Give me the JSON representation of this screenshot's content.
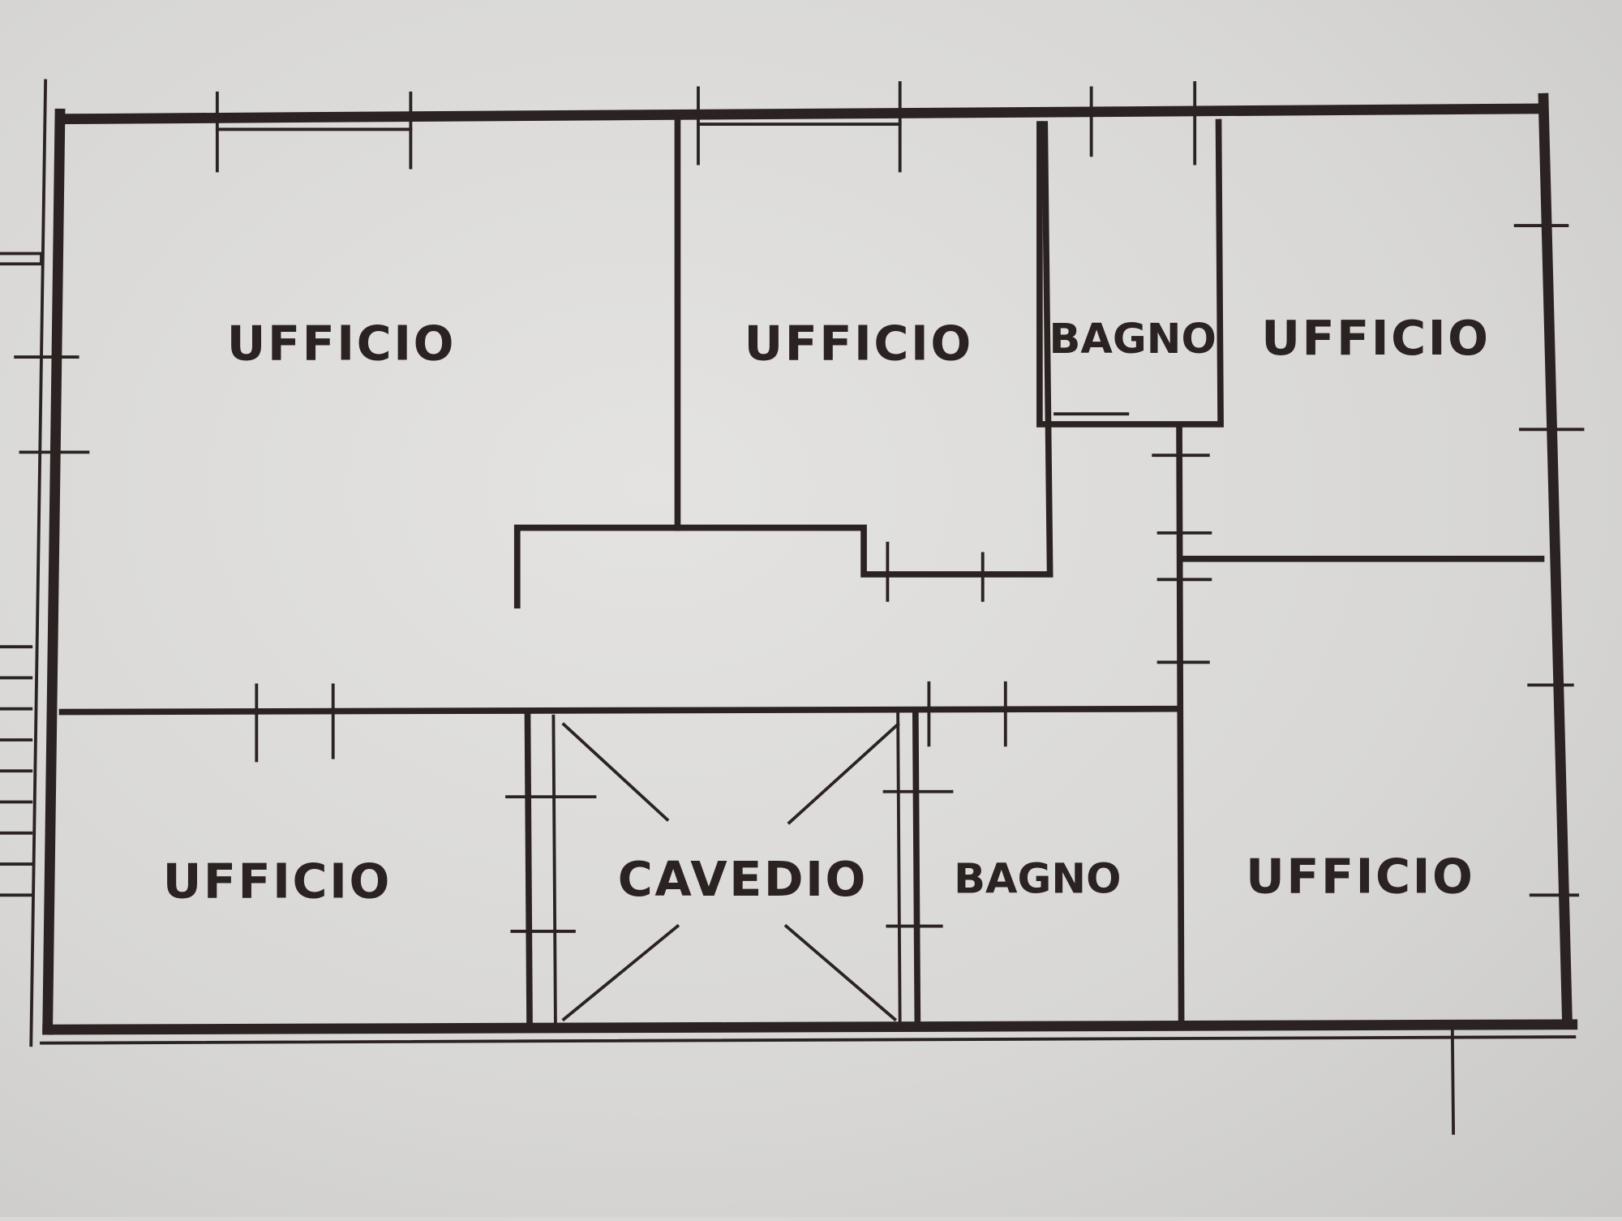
{
  "rooms": [
    {
      "label": "UFFICIO"
    },
    {
      "label": "UFFICIO"
    },
    {
      "label": "BAGNO"
    },
    {
      "label": "UFFICIO"
    },
    {
      "label": "UFFICIO"
    },
    {
      "label": "CAVEDIO"
    },
    {
      "label": "BAGNO"
    },
    {
      "label": "UFFICIO"
    }
  ],
  "colors": {
    "wall": "#2b2222",
    "paper": "#dcdbd9"
  }
}
